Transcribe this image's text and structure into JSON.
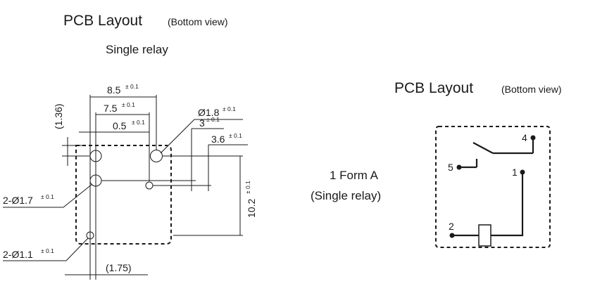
{
  "left": {
    "title": "PCB Layout",
    "title_note": "(Bottom view)",
    "subtitle": "Single relay",
    "dims": {
      "d1": {
        "main": "8.5",
        "tol": "± 0.1"
      },
      "d2": {
        "main": "7.5",
        "tol": "± 0.1"
      },
      "d3": {
        "main": "0.5",
        "tol": "± 0.1"
      },
      "d4": {
        "main": "Ø1.8",
        "tol": "± 0.1"
      },
      "d5": {
        "main": "3",
        "tol": "± 0.1"
      },
      "d6": {
        "main": "3.6",
        "tol": "± 0.1"
      },
      "d7": {
        "main": "10.2",
        "tol": "± 0.1"
      },
      "d8": {
        "main": "2-Ø1.7",
        "tol": "± 0.1"
      },
      "d9": {
        "main": "2-Ø1.1",
        "tol": "± 0.1"
      },
      "d10": "(1.36)",
      "d11": "(1.75)"
    }
  },
  "right": {
    "title": "PCB Layout",
    "title_note": "(Bottom view)",
    "form_line1": "1 Form A",
    "form_line2": "(Single relay)",
    "pins": [
      "1",
      "2",
      "4",
      "5"
    ]
  }
}
